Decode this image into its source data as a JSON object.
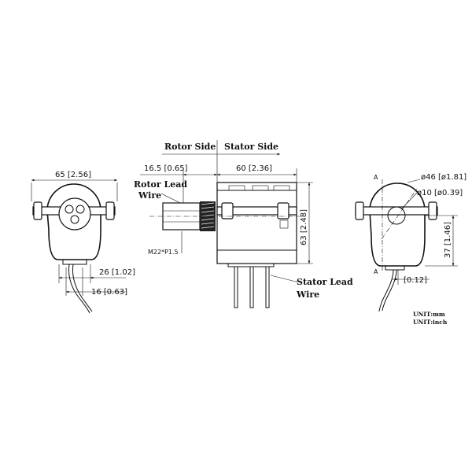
{
  "labels": {
    "rotor_side": "Rotor Side",
    "stator_side": "Stator Side",
    "rotor_lead_1": "Rotor Lead",
    "rotor_lead_2": "Wire",
    "stator_lead_1": "Stator Lead",
    "stator_lead_2": "Wire"
  },
  "dims": {
    "width_65": "65 [2.56]",
    "rotor_16_5": "16.5 [0.65]",
    "stator_60": "60 [2.36]",
    "height_63": "63 [2.48]",
    "thread": "M22*P1.5",
    "w26": "26 [1.02]",
    "w16": "16 [0.63]",
    "d46": "ø46 [ø1.81]",
    "d10": "ø10 [ø0.39]",
    "h37": "37 [1.46]",
    "off_012": "[0.12]",
    "section_a_top": "A",
    "section_a_bot": "A"
  },
  "units": {
    "mm": "UNIT:mm",
    "inch": "UNIT:inch"
  }
}
